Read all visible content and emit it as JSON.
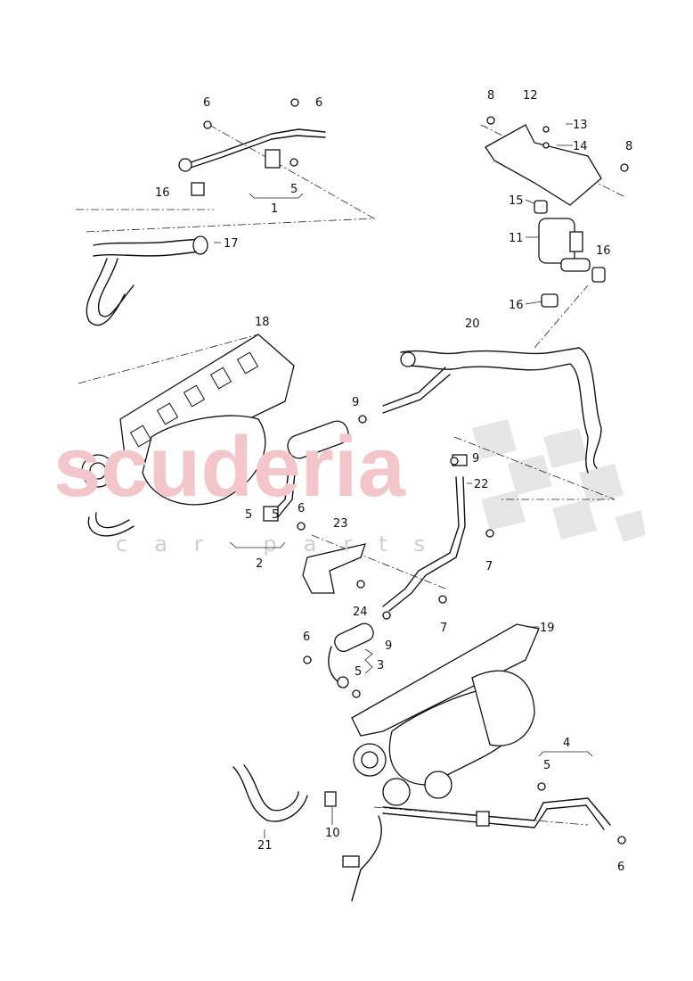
{
  "watermark": {
    "line1": "scuderia",
    "line2": "car parts"
  },
  "labels": {
    "n1": "1",
    "n2": "2",
    "n3": "3",
    "n4": "4",
    "n5": "5",
    "n6": "6",
    "n7": "7",
    "n8": "8",
    "n9": "9",
    "n10": "10",
    "n11": "11",
    "n12": "12",
    "n13": "13",
    "n14": "14",
    "n15": "15",
    "n16": "16",
    "n17": "17",
    "n18": "18",
    "n19": "19",
    "n20": "20",
    "n21": "21",
    "n22": "22",
    "n23": "23",
    "n24": "24"
  }
}
